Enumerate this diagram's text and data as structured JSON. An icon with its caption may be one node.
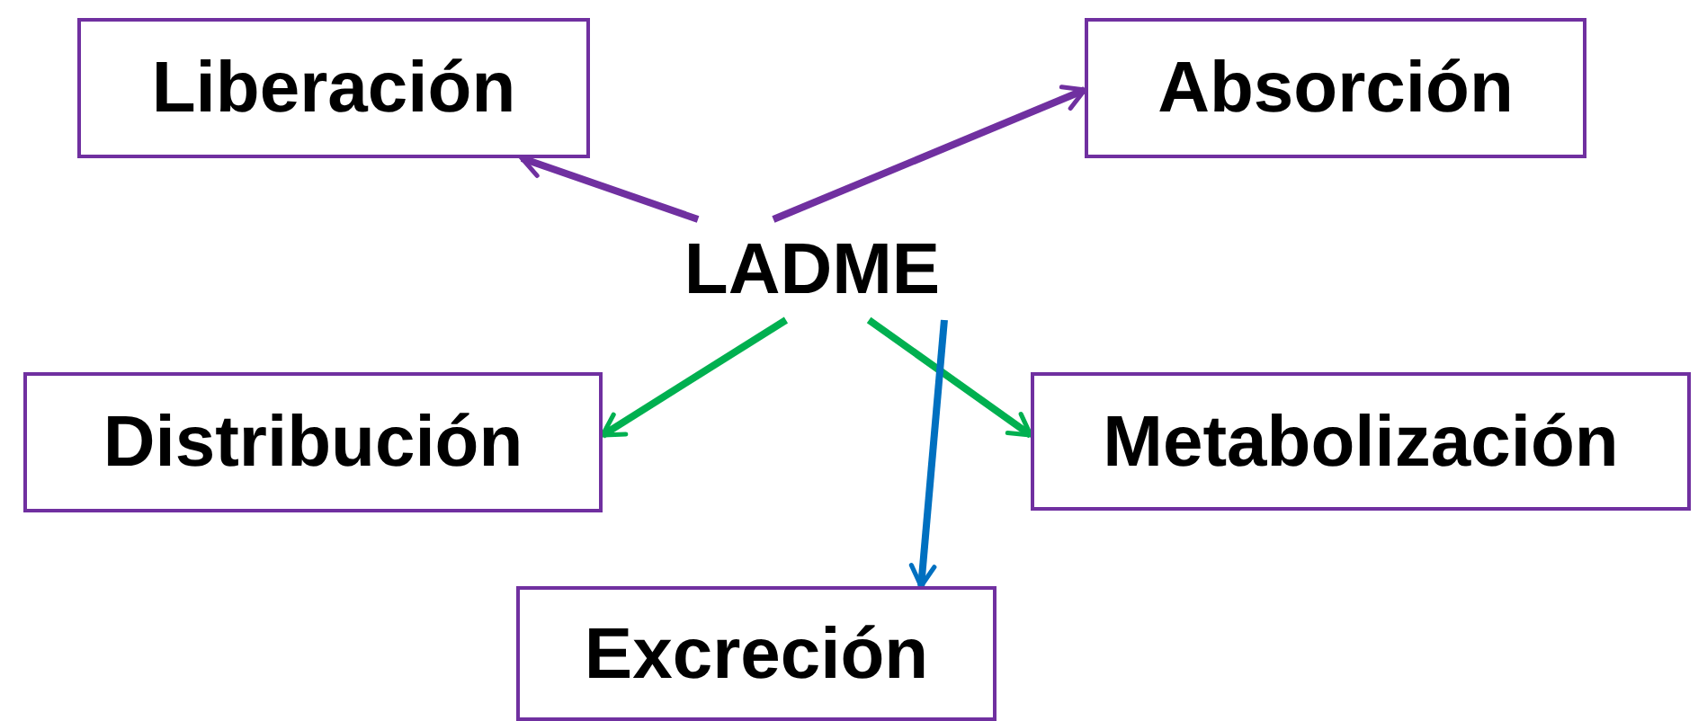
{
  "diagram": {
    "nodes": [
      {
        "text": [
          "Liberación"
        ]
      },
      {
        "text": [
          "Absorción"
        ]
      },
      {
        "text": [
          "LADME"
        ]
      },
      {
        "text": [
          "Distribución"
        ]
      },
      {
        "text": [
          "Metabolización"
        ]
      },
      {
        "text": [
          "Excreción"
        ]
      }
    ],
    "edges": [
      {
        "from": 2,
        "to": 0,
        "arrow": "to",
        "color": "#7030a0"
      },
      {
        "from": 2,
        "to": 1,
        "arrow": "to",
        "color": "#7030a0"
      },
      {
        "from": 2,
        "to": 3,
        "arrow": "to",
        "color": "#00b050"
      },
      {
        "from": 2,
        "to": 4,
        "arrow": "to",
        "color": "#00b050"
      },
      {
        "from": 2,
        "to": 5,
        "arrow": "to",
        "color": "#0070c0"
      }
    ]
  }
}
